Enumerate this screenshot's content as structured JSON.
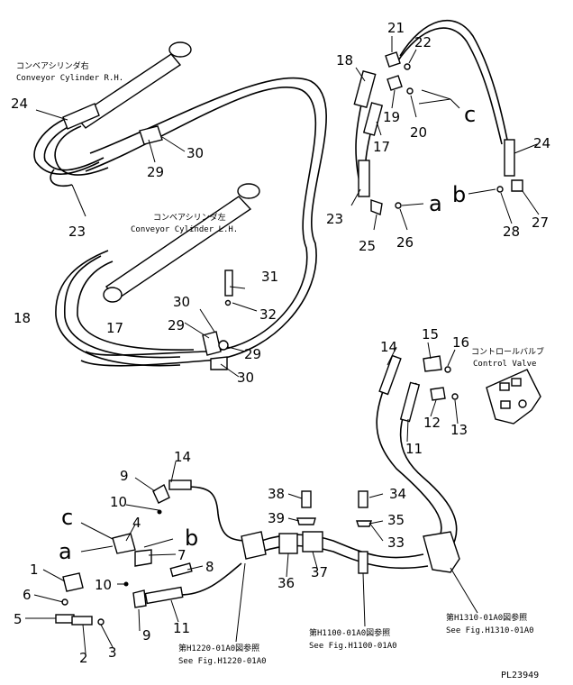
{
  "drawing_code": "PL23949",
  "cylinders": {
    "rh": {
      "jp": "コンベアシリンダ右",
      "en": "Conveyor Cylinder R.H."
    },
    "lh": {
      "jp": "コンベアシリンダ左",
      "en": "Conveyor Cylinder L.H."
    }
  },
  "control_valve": {
    "jp": "コントロールバルブ",
    "en": "Control Valve"
  },
  "refs": [
    {
      "jp": "第H1220-01A0図参照",
      "en": "See Fig.H1220-01A0"
    },
    {
      "jp": "第H1100-01A0図参照",
      "en": "See Fig.H1100-01A0"
    },
    {
      "jp": "第H1310-01A0図参照",
      "en": "See Fig.H1310-01A0"
    }
  ],
  "connectors": {
    "a": "a",
    "b": "b",
    "c": "c"
  },
  "callouts": [
    "1",
    "2",
    "3",
    "4",
    "5",
    "6",
    "7",
    "8",
    "9",
    "9",
    "10",
    "10",
    "11",
    "11",
    "12",
    "13",
    "14",
    "14",
    "15",
    "16",
    "17",
    "17",
    "18",
    "18",
    "19",
    "20",
    "21",
    "22",
    "23",
    "23",
    "24",
    "24",
    "25",
    "26",
    "27",
    "28",
    "29",
    "29",
    "29",
    "30",
    "30",
    "30",
    "31",
    "32",
    "33",
    "34",
    "35",
    "36",
    "37",
    "38",
    "39"
  ]
}
